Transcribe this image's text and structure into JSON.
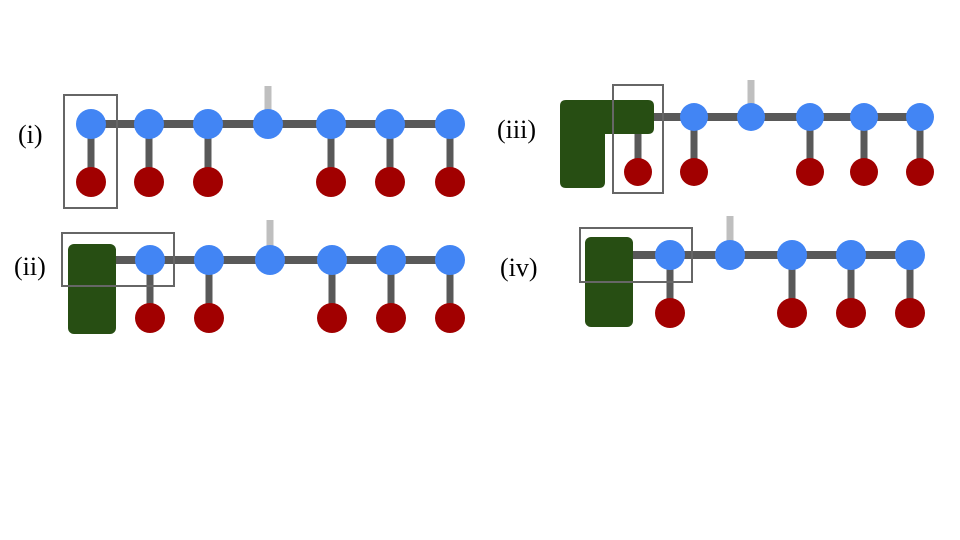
{
  "colors": {
    "backbone": "#595959",
    "stub": "#bfbfbf",
    "node": "#4285f4",
    "bead": "#a10000",
    "block": "#274e13",
    "box": "#666666"
  },
  "panels": [
    {
      "id": "i",
      "label": "(i)",
      "nodes": [
        {
          "bead": true
        },
        {
          "bead": true
        },
        {
          "bead": true
        },
        {
          "bead": false,
          "stub": true
        },
        {
          "bead": true
        },
        {
          "bead": true
        },
        {
          "bead": true
        }
      ],
      "block": "none",
      "box": "node-1"
    },
    {
      "id": "ii",
      "label": "(ii)",
      "nodes": [
        {
          "bead": true
        },
        {
          "bead": true
        },
        {
          "bead": false,
          "stub": true
        },
        {
          "bead": true
        },
        {
          "bead": true
        },
        {
          "bead": true
        }
      ],
      "block": "vertical",
      "box": "block-and-node-1"
    },
    {
      "id": "iii",
      "label": "(iii)",
      "nodes": [
        {
          "bead": true
        },
        {
          "bead": false,
          "stub": true
        },
        {
          "bead": true
        },
        {
          "bead": true
        },
        {
          "bead": true
        }
      ],
      "block": "l-shaped",
      "box": "block-arm-and-bead"
    },
    {
      "id": "iv",
      "label": "(iv)",
      "nodes": [
        {
          "bead": true
        },
        {
          "bead": false,
          "stub": true
        },
        {
          "bead": true
        },
        {
          "bead": true
        },
        {
          "bead": true
        }
      ],
      "block": "vertical",
      "box": "block-and-node-1"
    }
  ]
}
